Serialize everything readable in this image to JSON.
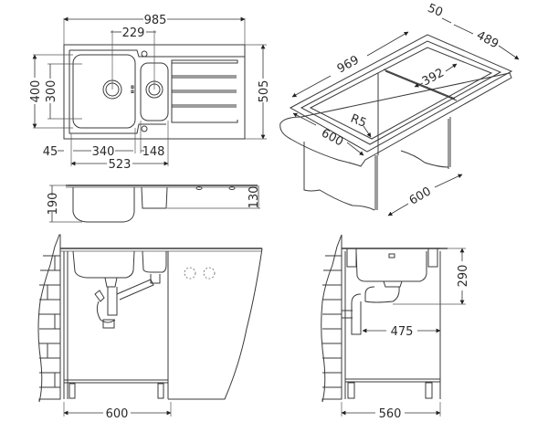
{
  "top_view": {
    "overall_width": "985",
    "bowl_center_spacing": "229",
    "overall_depth": "505",
    "cutout_depth": "400",
    "bowl_depth": "300",
    "edge_offset": "45",
    "main_bowl_width": "340",
    "second_bowl_width": "148",
    "bowls_total_width": "523"
  },
  "side_section": {
    "main_bowl_height": "190",
    "second_bowl_height": "130"
  },
  "isometric_view": {
    "flange": "50",
    "cutout_depth": "489",
    "cutout_length": "969",
    "drainer_length": "392",
    "corner_radius": "R5",
    "worktop_depth": "600",
    "cabinet_width": "600"
  },
  "front_install": {
    "cabinet_width": "600"
  },
  "side_install": {
    "bowl_depth_below": "290",
    "drain_offset": "475",
    "cabinet_depth": "560"
  },
  "colors": {
    "line": "#3a3a3a",
    "background": "#ffffff"
  }
}
